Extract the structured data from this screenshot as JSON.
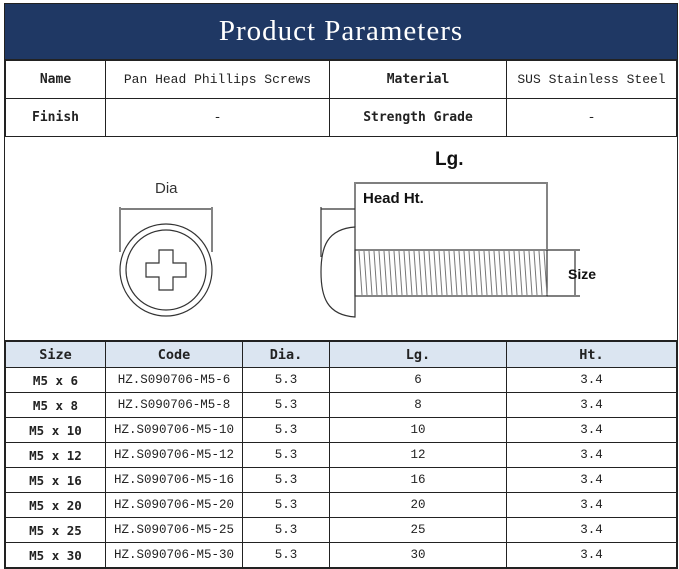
{
  "title": "Product Parameters",
  "info": [
    {
      "label1": "Name",
      "value1": "Pan Head Phillips Screws",
      "label2": "Material",
      "value2": "SUS Stainless Steel"
    },
    {
      "label1": "Finish",
      "value1": "-",
      "label2": "Strength Grade",
      "value2": "-"
    }
  ],
  "drawing": {
    "dia": "Dia",
    "lg": "Lg.",
    "head_ht": "Head Ht.",
    "size": "Size"
  },
  "table": {
    "headers": [
      "Size",
      "Code",
      "Dia.",
      "Lg.",
      "Ht."
    ],
    "rows": [
      [
        "M5 x 6",
        "HZ.S090706-M5-6",
        "5.3",
        "6",
        "3.4"
      ],
      [
        "M5 x 8",
        "HZ.S090706-M5-8",
        "5.3",
        "8",
        "3.4"
      ],
      [
        "M5 x 10",
        "HZ.S090706-M5-10",
        "5.3",
        "10",
        "3.4"
      ],
      [
        "M5 x 12",
        "HZ.S090706-M5-12",
        "5.3",
        "12",
        "3.4"
      ],
      [
        "M5 x 16",
        "HZ.S090706-M5-16",
        "5.3",
        "16",
        "3.4"
      ],
      [
        "M5 x 20",
        "HZ.S090706-M5-20",
        "5.3",
        "20",
        "3.4"
      ],
      [
        "M5 x 25",
        "HZ.S090706-M5-25",
        "5.3",
        "25",
        "3.4"
      ],
      [
        "M5 x 30",
        "HZ.S090706-M5-30",
        "5.3",
        "30",
        "3.4"
      ]
    ]
  }
}
